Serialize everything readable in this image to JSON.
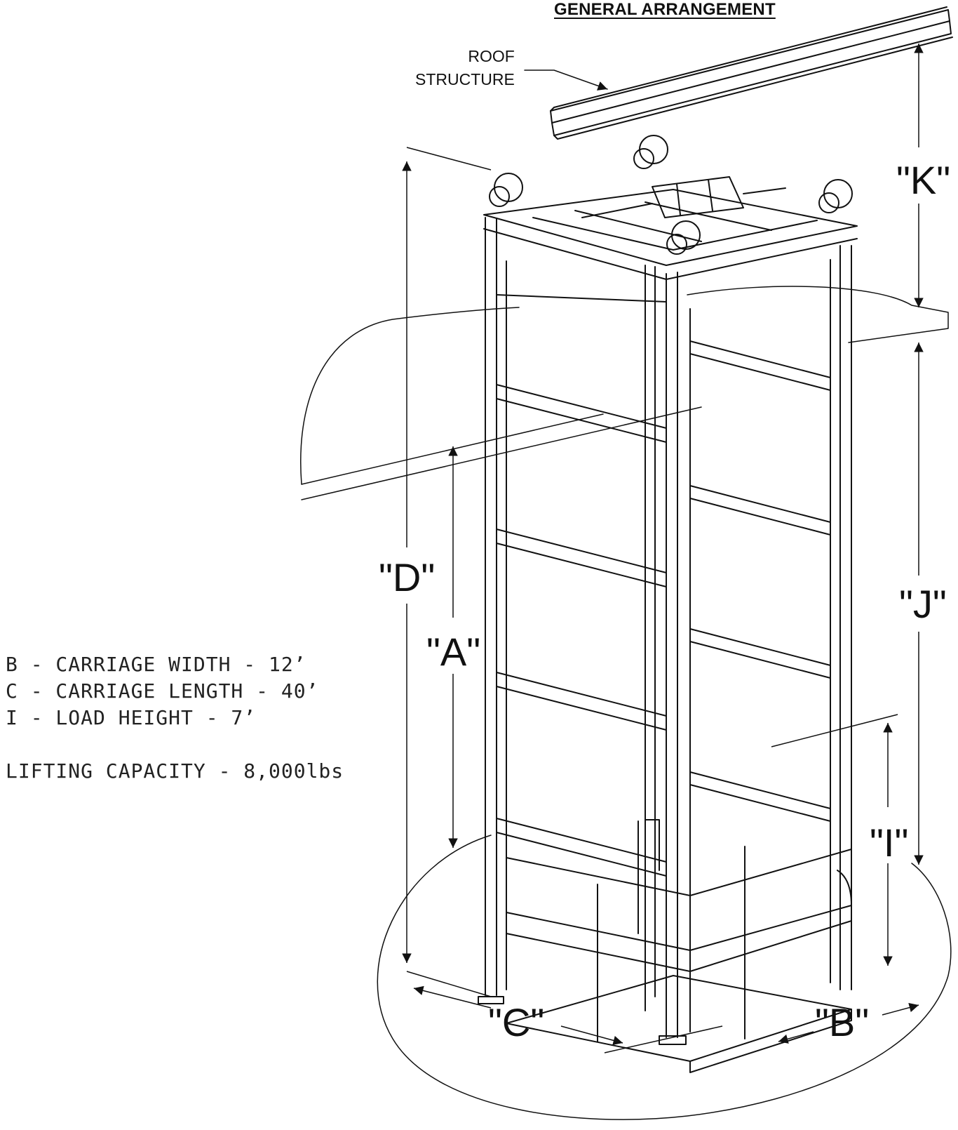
{
  "title": "GENERAL ARRANGEMENT",
  "callout": {
    "line1": "ROOF",
    "line2": "STRUCTURE"
  },
  "dimension_labels": {
    "A": "\"A\"",
    "B": "\"B\"",
    "C": "\"C\"",
    "D": "\"D\"",
    "I": "\"I\"",
    "J": "\"J\"",
    "K": "\"K\""
  },
  "specs": [
    "B - CARRIAGE WIDTH - 12’",
    "C - CARRIAGE LENGTH - 40’",
    "I - LOAD HEIGHT - 7’"
  ],
  "capacity": "LIFTING CAPACITY - 8,000lbs",
  "colors": {
    "ink": "#111111",
    "background": "#ffffff"
  }
}
